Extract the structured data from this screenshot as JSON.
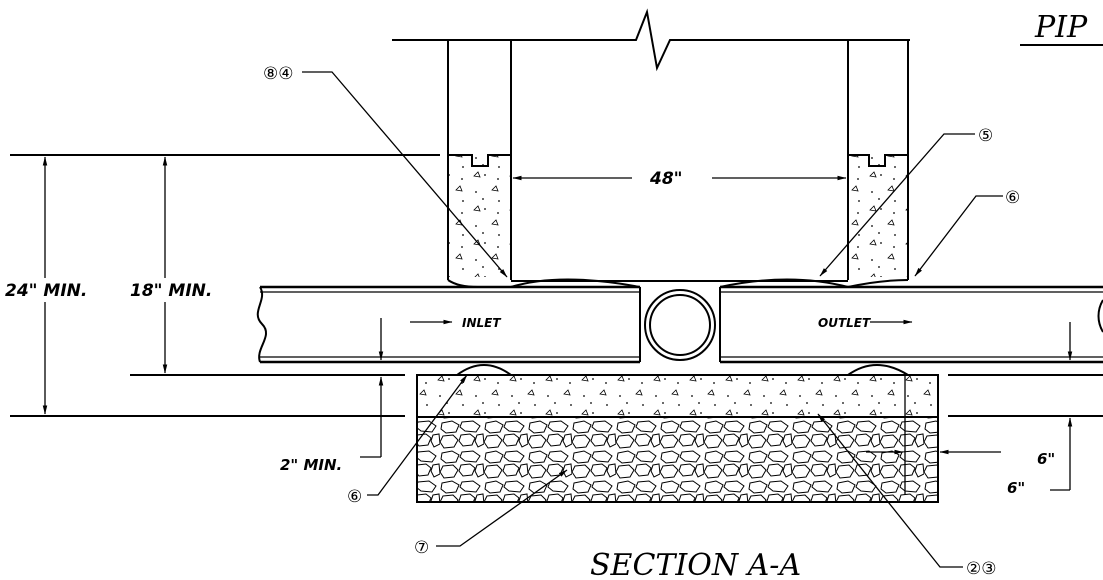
{
  "header": {
    "title_partial": "PIP"
  },
  "section_title": "SECTION A-A",
  "dimensions": {
    "width_48": "48\"",
    "depth_24": "24\" MIN.",
    "depth_18": "18\" MIN.",
    "clear_2": "2\" MIN.",
    "right_6a": "6\"",
    "right_6b": "6\""
  },
  "flow_labels": {
    "inlet": "INLET",
    "outlet": "OUTLET"
  },
  "callouts": {
    "c84": "⑧④",
    "c5": "⑤",
    "c6_top": "⑥",
    "c6_bottom": "⑥",
    "c7": "⑦",
    "c23": "②③"
  }
}
